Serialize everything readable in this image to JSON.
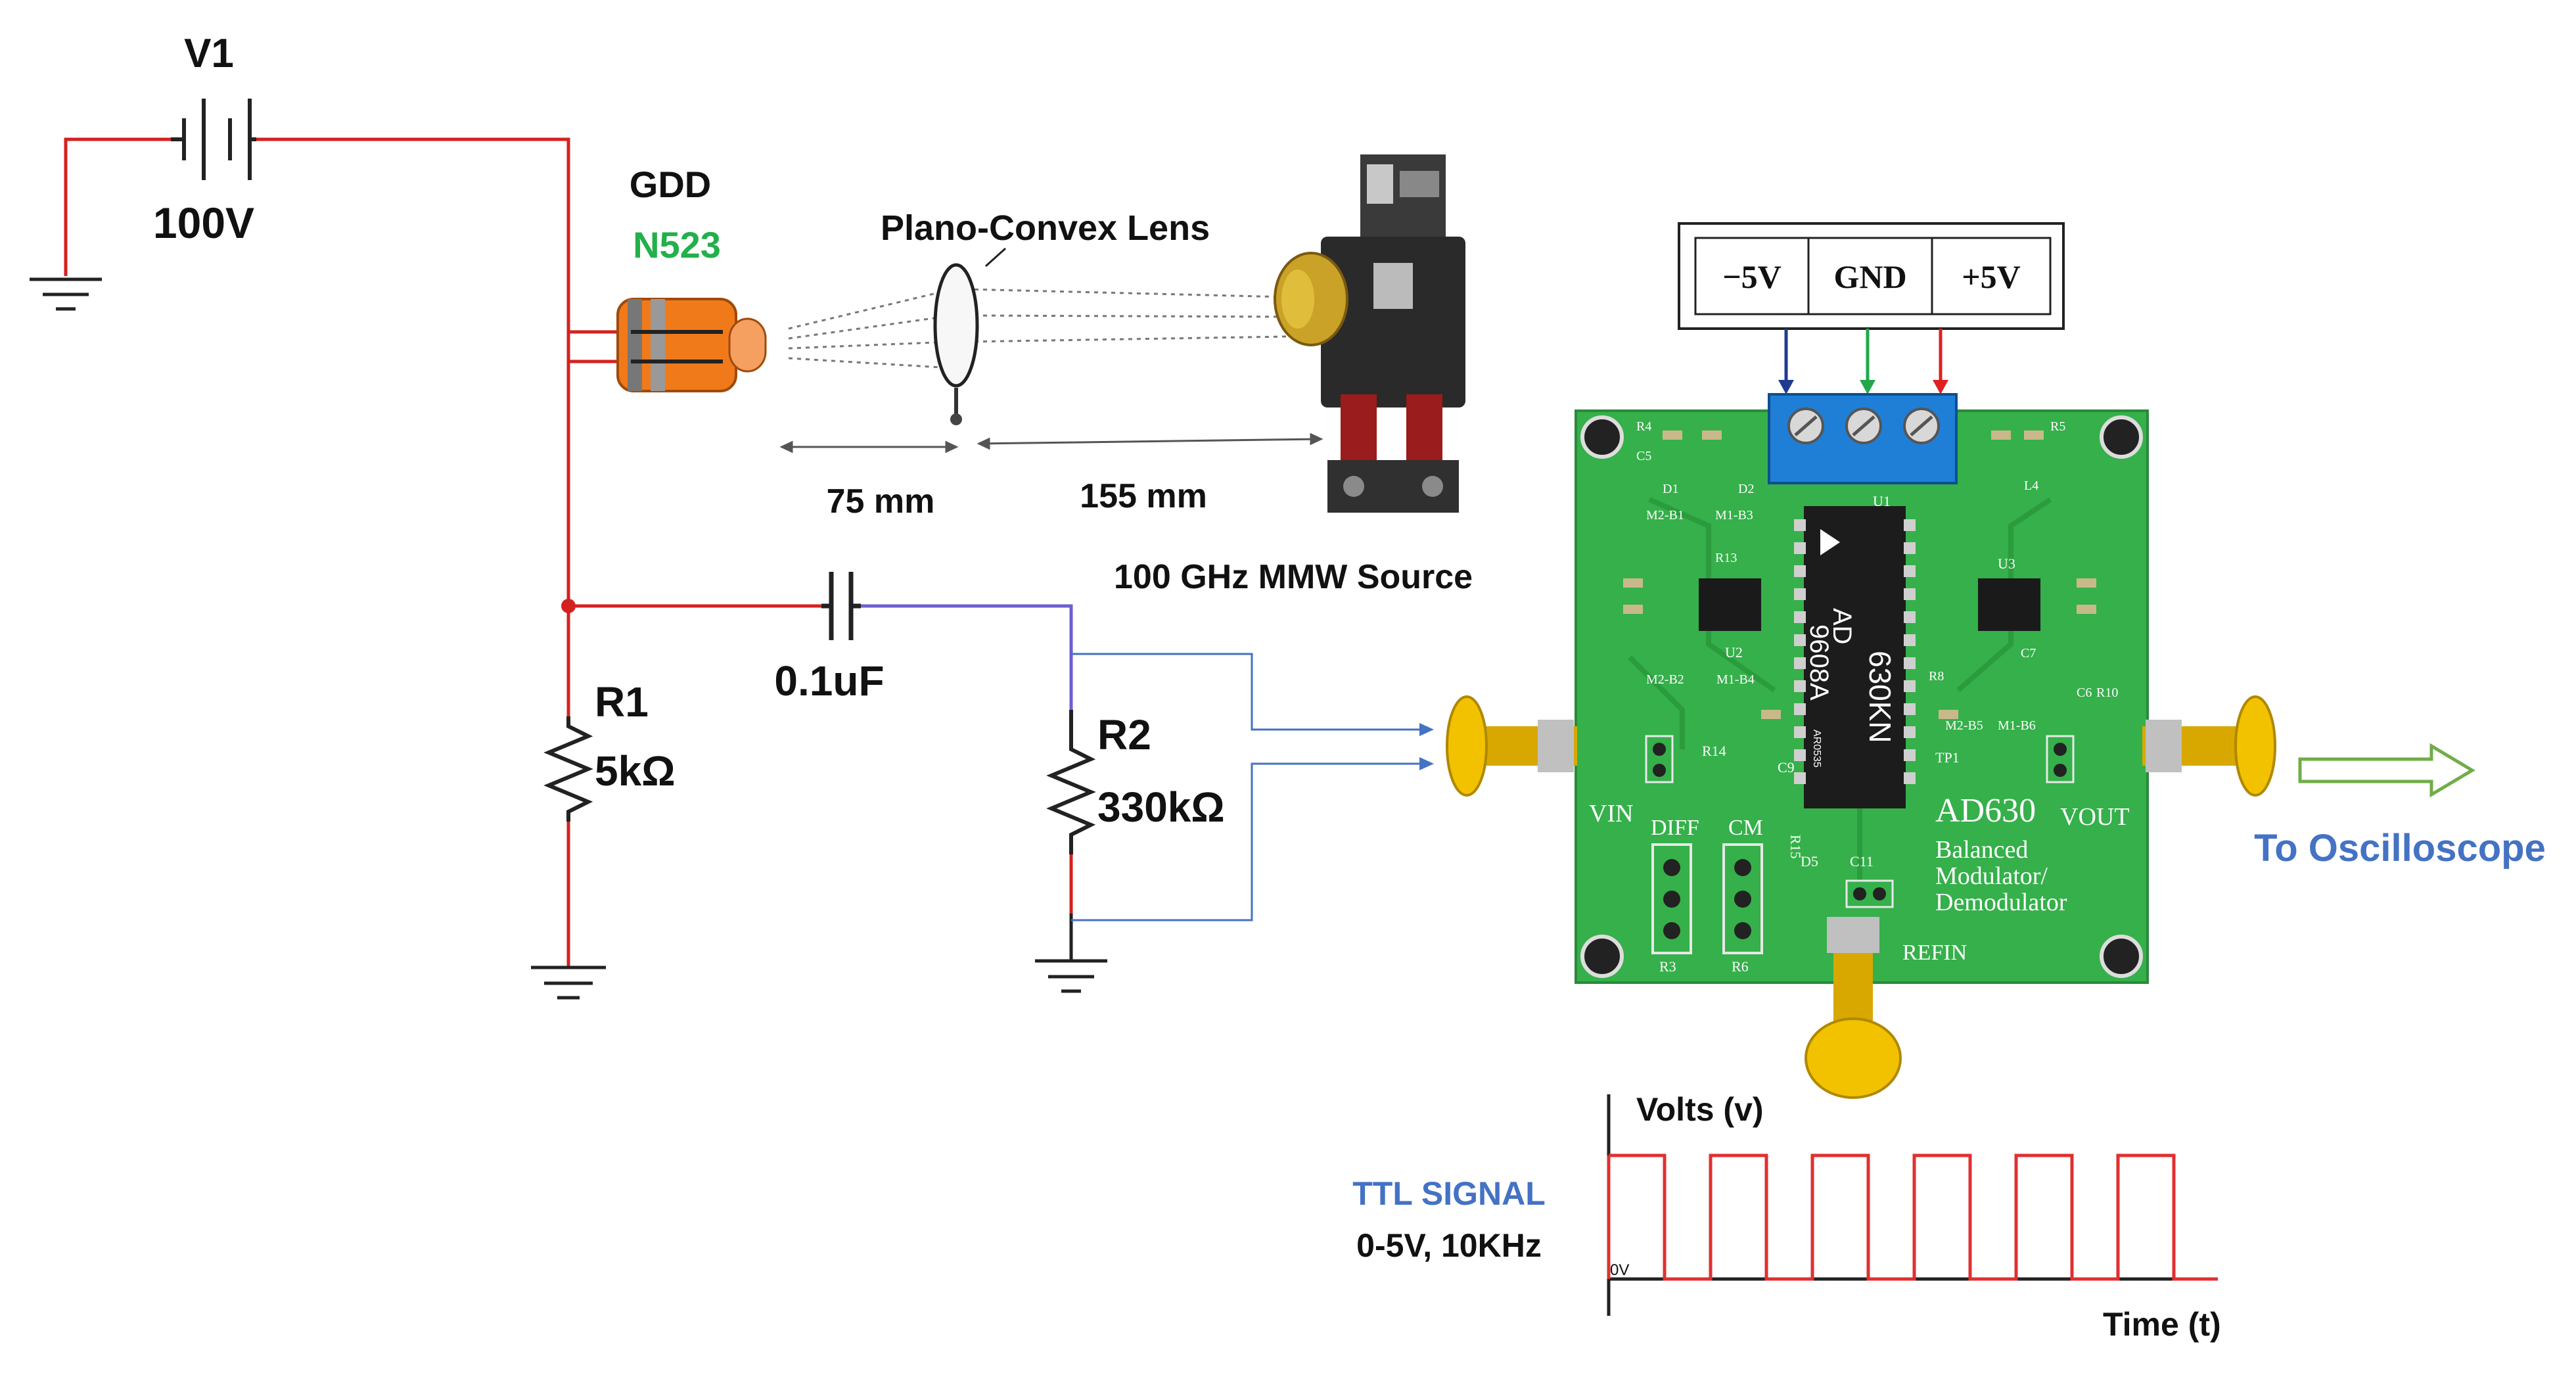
{
  "colors": {
    "wire_red": "#d62020",
    "wire_blue": "#4472c4",
    "wire_purple": "#6b5fd0",
    "wire_dark": "#222222",
    "n523_green": "#22b04b",
    "caption_blue": "#4472c4",
    "arrow_green": "#70ad47",
    "pcb_green": "#35b04a",
    "terminal_blue": "#1f7fd6",
    "sma_gold": "#f2c200",
    "gdd_orange": "#f07a1a",
    "ttl_red": "#e03030",
    "term_minus": "#1f3b8f",
    "term_gnd": "#22a84a",
    "term_plus": "#e02020"
  },
  "circuit": {
    "v1_name": "V1",
    "v1_value": "100V",
    "gdd_label": "GDD",
    "gdd_part": "N523",
    "r1_name": "R1",
    "r1_value": "5kΩ",
    "cap_value": "0.1uF",
    "r2_name": "R2",
    "r2_value": "330kΩ"
  },
  "optics": {
    "lens_label": "Plano-Convex Lens",
    "dist1": "75 mm",
    "dist2": "155 mm",
    "source_label": "100 GHz MMW Source"
  },
  "power_connector": {
    "minus": "−5V",
    "gnd": "GND",
    "plus": "+5V"
  },
  "board": {
    "chip_top": "AD",
    "chip_mid": "9608A",
    "chip_part": "630KN",
    "chip_small": "AR0535",
    "silk_main": "AD630",
    "silk_desc_1": "Balanced",
    "silk_desc_2": "Modulator/",
    "silk_desc_3": "Demodulator",
    "vin": "VIN",
    "vout": "VOUT",
    "refin": "REFIN",
    "diff": "DIFF",
    "cm": "CM",
    "u1": "U1",
    "u2": "U2",
    "u3": "U3",
    "r3": "R3",
    "r6": "R6",
    "r14": "R14",
    "r15": "R15",
    "c9": "C9",
    "d5": "D5",
    "c11": "C11",
    "tp1": "TP1",
    "m2b1": "M2-B1",
    "m1b3": "M1-B3",
    "m2b2": "M2-B2",
    "m1b4": "M1-B4",
    "m2b5": "M2-B5",
    "m1b6": "M1-B6",
    "d1": "D1",
    "d2": "D2",
    "r4": "R4",
    "r5": "R5",
    "l4": "L4",
    "c5": "C5",
    "c6": "C6",
    "c7": "C7",
    "r8": "R8",
    "r10": "R10",
    "r13": "R13"
  },
  "output_label": "To Oscilloscope",
  "ttl": {
    "title": "TTL SIGNAL",
    "spec": "0-5V, 10KHz",
    "y_axis": "Volts (v)",
    "x_axis": "Time (t)",
    "zero": "0V",
    "pulses": 6
  }
}
